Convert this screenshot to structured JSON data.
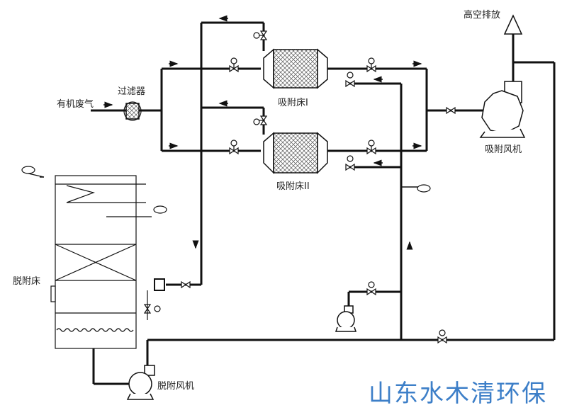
{
  "labels": {
    "exhaust": "高空排放",
    "organic_gas": "有机废气",
    "filter": "过滤器",
    "bed1": "吸附床I",
    "bed2": "吸附床II",
    "adsorb_fan": "吸附风机",
    "desorb_bed": "脱附床",
    "desorb_fan": "脱附风机"
  },
  "brand": "山东水木清环保",
  "colors": {
    "pipe": "#111111",
    "text": "#222222",
    "brand": "#3d7fc8"
  }
}
